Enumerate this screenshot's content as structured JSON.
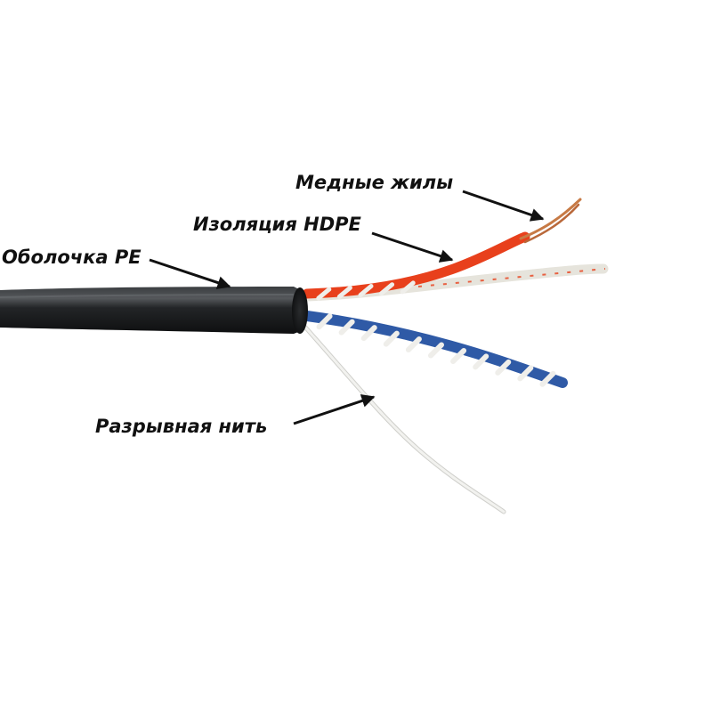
{
  "labels": {
    "copper_cores": "Медные жилы",
    "hdpe_insulation": "Изоляция HDPE",
    "pe_jacket": "Оболочка PE",
    "rip_cord": "Разрывная нить"
  },
  "colors": {
    "background": "#ffffff",
    "jacket": "#1d1f20",
    "jacket_highlight": "#4a4d50",
    "orange_wire": "#e8401c",
    "blue_wire": "#2f5aa6",
    "white_wire": "#efeeea",
    "copper": "#c77a45",
    "rip_cord": "#e9e9e6",
    "arrow": "#111111",
    "label_text": "#111111"
  },
  "icons": {
    "callout_arrow": "arrow-head-icon"
  }
}
